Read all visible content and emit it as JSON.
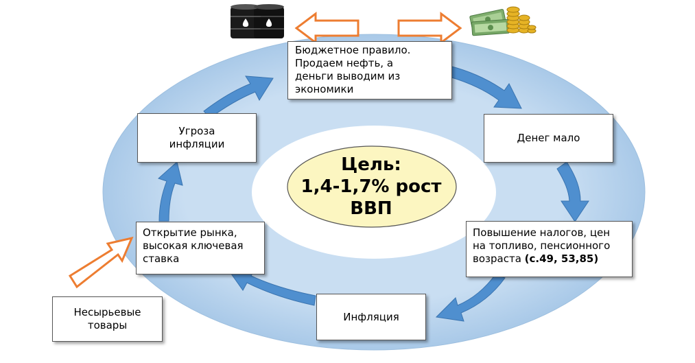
{
  "colors": {
    "ring": "#bdd7ee",
    "ring_inner": "#ffffff",
    "goal_fill": "#fcf6c1",
    "flow_arrow": "#4f8fcf",
    "outline_arrow": "#ed7d31"
  },
  "goal": {
    "line1": "Цель:",
    "line2": "1,4-1,7% рост",
    "line3": "ВВП"
  },
  "nodes": {
    "budget_rule": {
      "line1": "Бюджетное правило.",
      "line2": "Продаем нефть, а",
      "line3": "деньги выводим из",
      "line4": "экономики"
    },
    "little_money": "Денег мало",
    "tax_increase": {
      "line1": "Повышение налогов, цен",
      "line2": "на топливо, пенсионного",
      "line3_text": "возраста ",
      "line3_ref": "(с.49, 53,85)"
    },
    "inflation": "Инфляция",
    "market_opening": {
      "line1": "Открытие рынка,",
      "line2": "высокая ключевая",
      "line3": "ставка"
    },
    "inflation_threat": {
      "line1": "Угроза",
      "line2": "инфляции"
    },
    "non_resource_goods": {
      "line1": "Несырьевые",
      "line2": "товары"
    }
  },
  "icons": {
    "top_left": "oil-barrels-icon",
    "top_right": "money-stacks-coins-icon"
  }
}
